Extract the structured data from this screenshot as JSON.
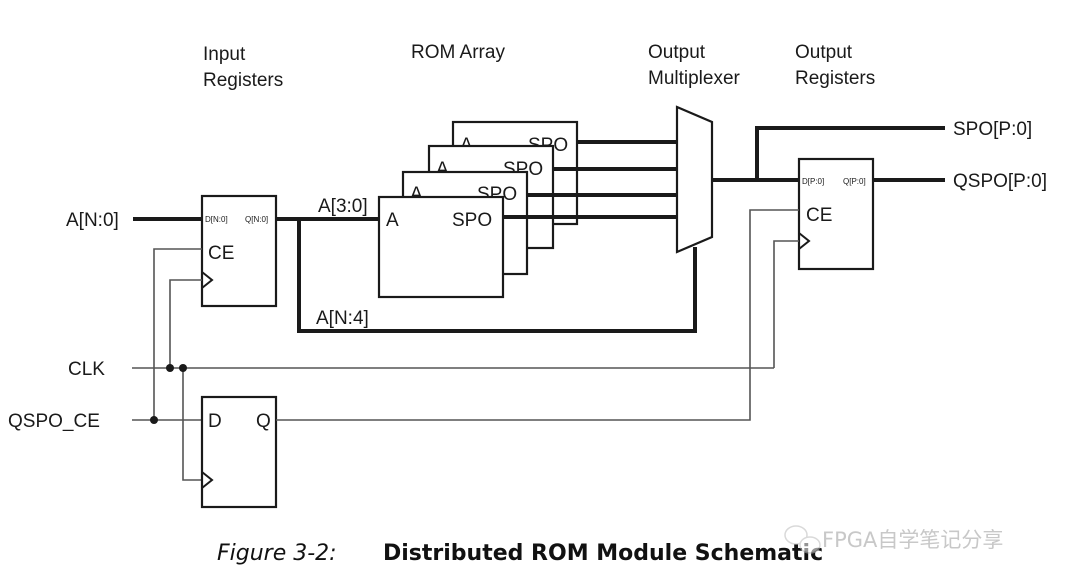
{
  "section_labels": {
    "input_registers": [
      "Input",
      "Registers"
    ],
    "rom_array": "ROM Array",
    "output_multiplexer": [
      "Output",
      "Multiplexer"
    ],
    "output_registers": [
      "Output",
      "Registers"
    ]
  },
  "signals": {
    "address_in": "A[N:0]",
    "address_low": "A[3:0]",
    "address_high": "A[N:4]",
    "clk": "CLK",
    "qspo_ce": "QSPO_CE",
    "spo_out": "SPO[P:0]",
    "qspo_out": "QSPO[P:0]"
  },
  "input_register": {
    "d": "D[N:0]",
    "q": "Q[N:0]",
    "ce": "CE"
  },
  "rom_blocks": [
    {
      "a": "A",
      "spo": "SPO"
    },
    {
      "a": "A",
      "spo": "SPO"
    },
    {
      "a": "A",
      "spo": "SPO"
    },
    {
      "a": "A",
      "spo": "SPO"
    }
  ],
  "output_register": {
    "d": "D[P:0]",
    "q": "Q[P:0]",
    "ce": "CE"
  },
  "ce_flipflop": {
    "d": "D",
    "q": "Q"
  },
  "caption": {
    "number": "Figure 3-2:",
    "title": "Distributed ROM Module Schematic"
  },
  "watermark": "FPGA自学笔记分享"
}
